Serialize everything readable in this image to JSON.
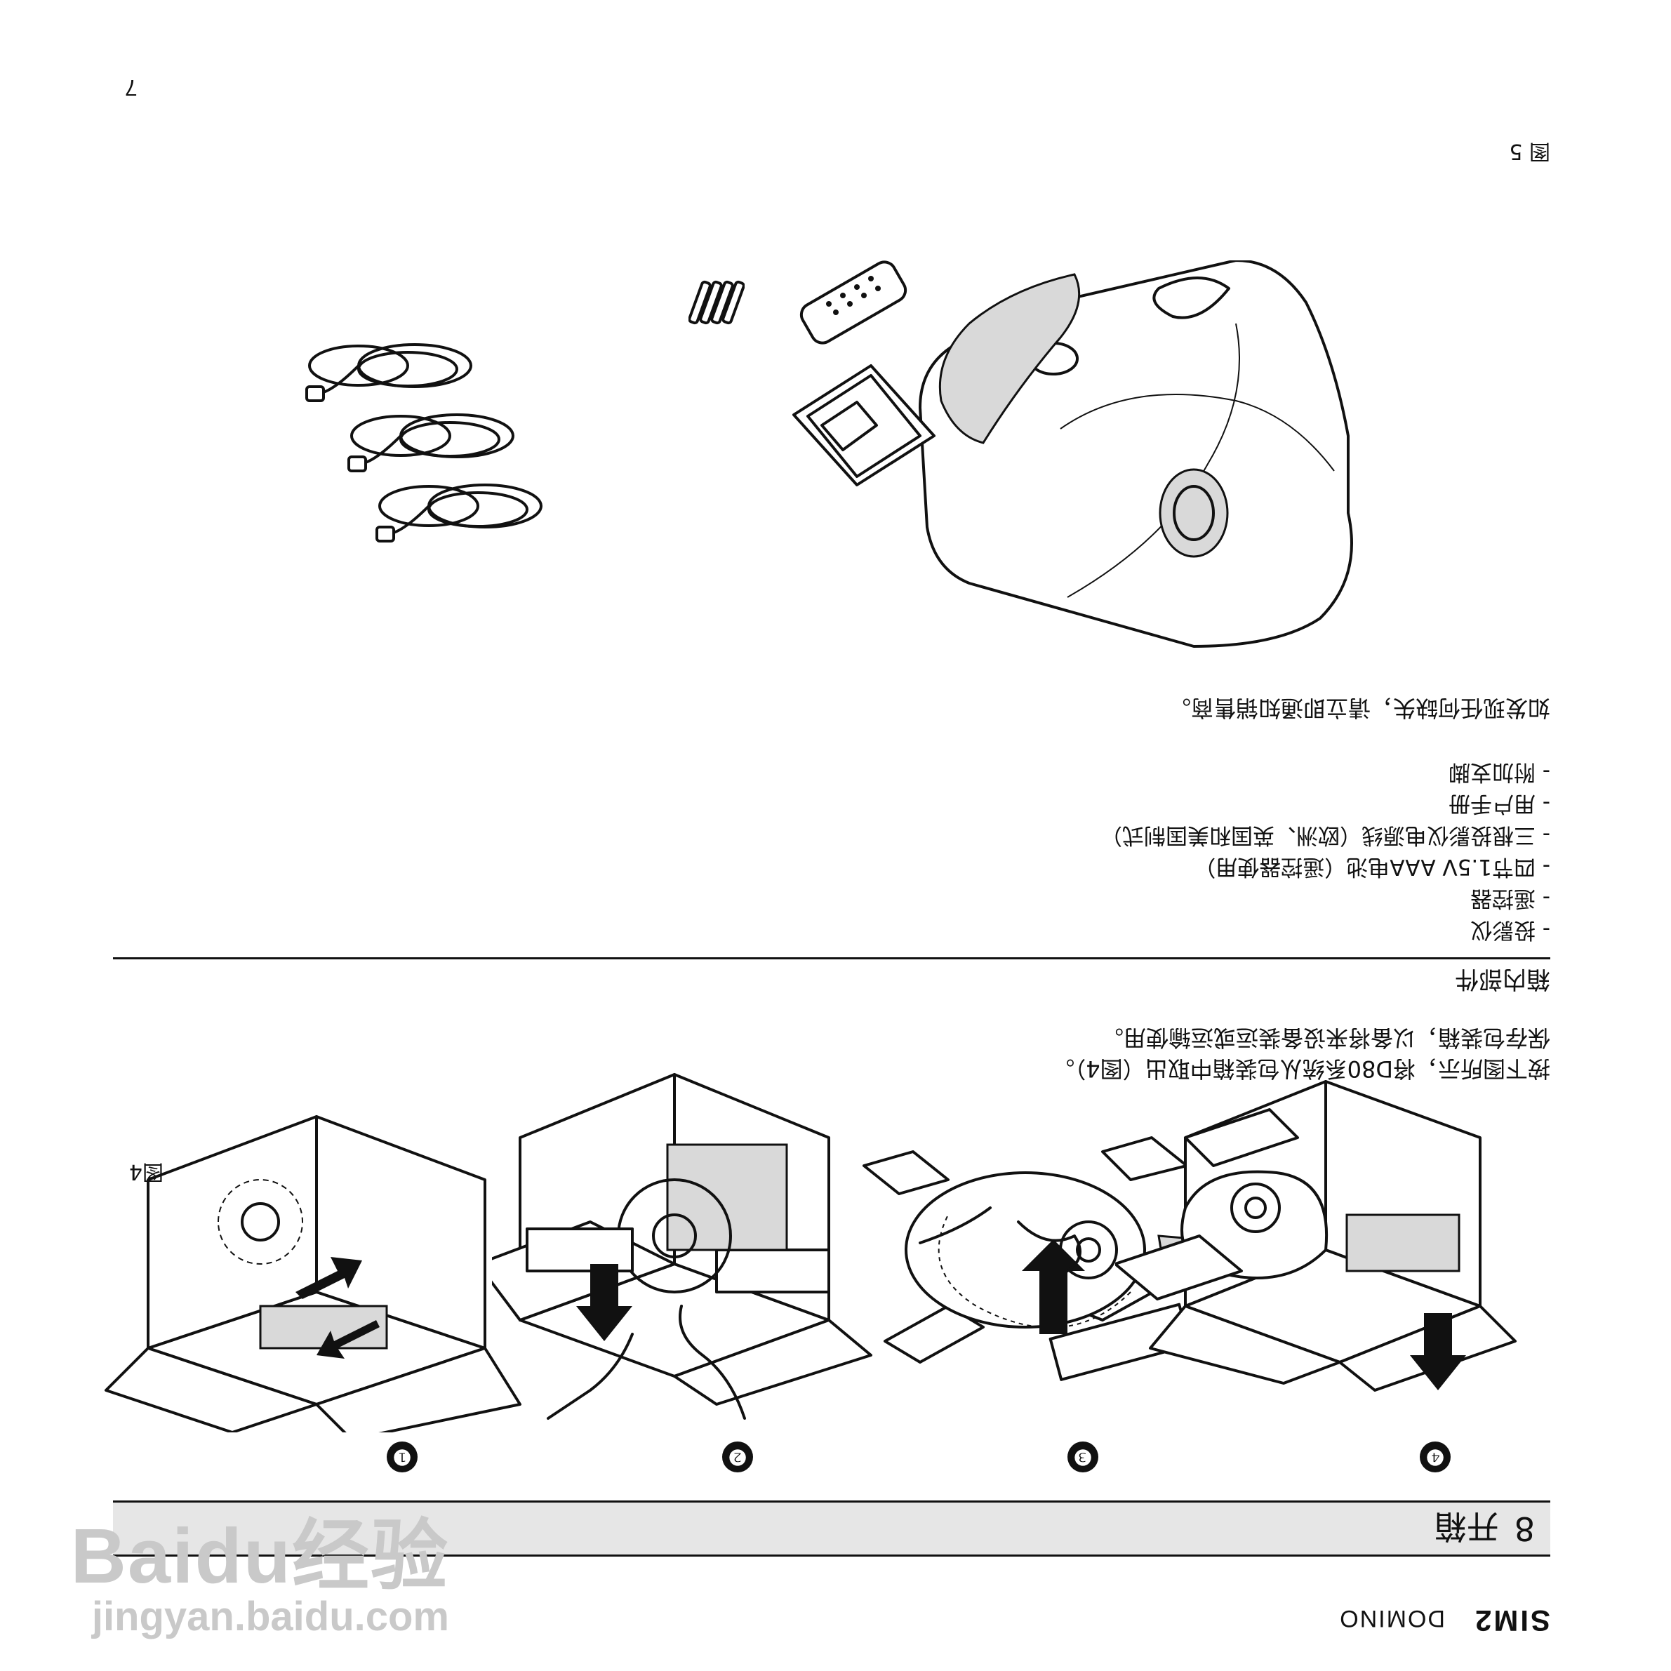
{
  "header": {
    "brand": "SIM2",
    "product": "DOMINO"
  },
  "section": {
    "number": "8",
    "title": "开箱"
  },
  "steps": [
    "❶",
    "❷",
    "❸",
    "❹"
  ],
  "figures": {
    "fig4_label": "图4",
    "fig5_label": "图 5"
  },
  "intro": {
    "line1": "按下图所示，将D80系统从包装箱中取出（图4）。",
    "line2": "保存包装箱，以备将来设备装运或运输使用。"
  },
  "contents": {
    "heading": "箱内部件",
    "items": [
      "- 投影仪",
      "- 遥控器",
      "- 四节1.5V AAA电池（遥控器使用）",
      "- 三根投影仪电源线（欧洲、英国和美国制式）",
      "- 用户手册",
      "- 附加支脚"
    ],
    "note": "如发现任何缺失，请立即通知销售商。"
  },
  "page_number": "7",
  "watermark": {
    "brand": "Baidu经验",
    "url": "jingyan.baidu.com"
  }
}
